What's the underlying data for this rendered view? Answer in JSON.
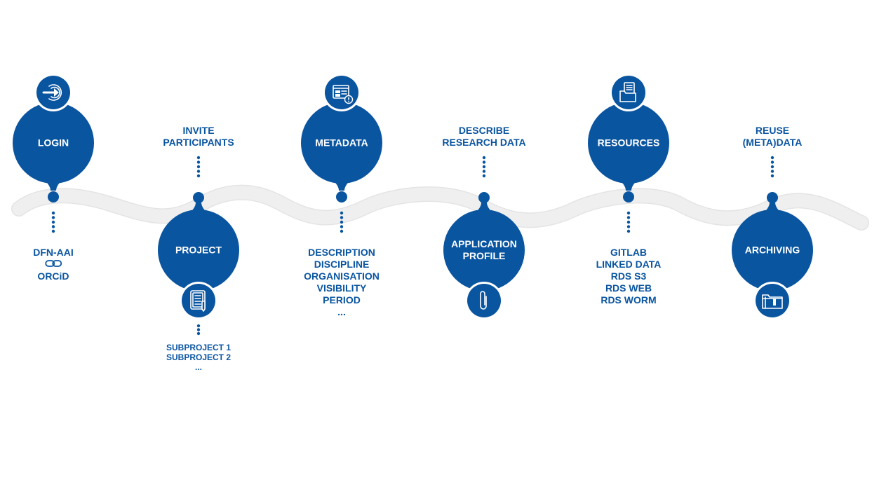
{
  "colors": {
    "primary": "#0a55a0",
    "band": "#eeeeee",
    "band_edge": "#e2e2e2",
    "text_on_primary": "#ffffff"
  },
  "steps": [
    {
      "id": "login",
      "title": [
        "LOGIN"
      ],
      "icon": "login-arrow-icon",
      "position": "top",
      "details": [
        "DFN-AAI",
        "ORCiD"
      ],
      "details_link_icon": "link-chain-icon"
    },
    {
      "id": "project",
      "title": [
        "PROJECT"
      ],
      "icon": "document-edit-icon",
      "position": "bottom",
      "above_label": [
        "INVITE",
        "PARTICIPANTS"
      ],
      "details": [
        "SUBPROJECT 1",
        "SUBPROJECT 2",
        "..."
      ]
    },
    {
      "id": "metadata",
      "title": [
        "METADATA"
      ],
      "icon": "form-alert-icon",
      "position": "top",
      "details": [
        "DESCRIPTION",
        "DISCIPLINE",
        "ORGANISATION",
        "VISIBILITY",
        "PERIOD",
        "..."
      ]
    },
    {
      "id": "application-profile",
      "title": [
        "APPLICATION",
        "PROFILE"
      ],
      "icon": "paperclip-icon",
      "position": "bottom",
      "above_label": [
        "DESCRIBE",
        "RESEARCH DATA"
      ]
    },
    {
      "id": "resources",
      "title": [
        "RESOURCES"
      ],
      "icon": "folder-document-icon",
      "position": "top",
      "details": [
        "GITLAB",
        "LINKED DATA",
        "RDS S3",
        "RDS WEB",
        "RDS WORM"
      ]
    },
    {
      "id": "archiving",
      "title": [
        "ARCHIVING"
      ],
      "icon": "archive-folder-icon",
      "position": "bottom",
      "above_label": [
        "REUSE",
        "(META)DATA"
      ]
    }
  ]
}
